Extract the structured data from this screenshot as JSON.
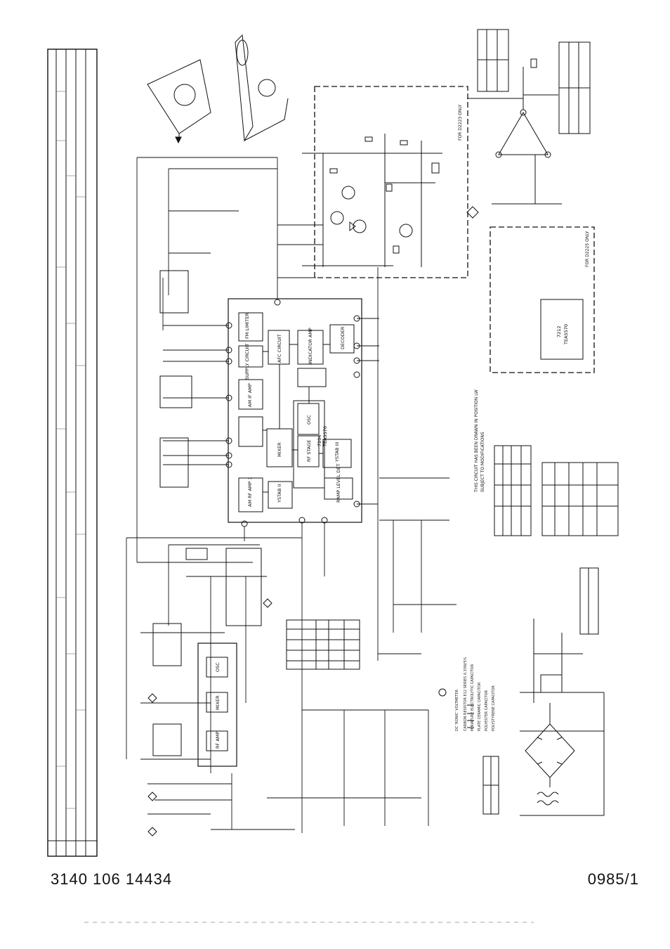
{
  "document": {
    "number": "3140 106 14434",
    "revision": "0985/1"
  },
  "ic": {
    "name": "7204",
    "type": "TEA5570"
  },
  "blocks": {
    "fm_limiter": "FM LIMITER",
    "supply_circuit": "SUPPLY CIRCUIT",
    "afc_circuit": "AFC CIRCUIT",
    "indicator_amp": "INDICATOR AMP",
    "stereo_decoder": "DECODER",
    "am_if_amp": "AM IF AMP",
    "mixer": "MIXER",
    "osc": "OSC",
    "rf_stage": "RF STAGE",
    "ystab": "YSTAB III",
    "am_rf_amp": "AM RF AMP 1",
    "ystab2": "YSTAB II",
    "ramp_level": "RAMP LEVEL DET",
    "fm_mixer": "MIXER",
    "fm_osc": "OSC",
    "fm_rf_amp": "RF AMP"
  },
  "notes": {
    "circuit_drawn": "THIS CIRCUIT HAS BEEN DRAWN IN POSITION LW",
    "subject": "SUBJECT TO MODIFICATIONS",
    "for_2223": "FOR D2223 ONLY",
    "for_2225": "FOR D2225 ONLY"
  },
  "legend": {
    "voltmeter": "DC 'RONIC' VOLTMETER",
    "carbon_resistor": "CARBON RESISTOR E12 SERIES 0.33W/5%",
    "miniature_elco": "MINIATURE ELECTROLYTIC CAPACITOR",
    "plate_ceramic": "PLATE CERAMIC CAPACITOR",
    "polyester": "POLYESTER CAPACITOR",
    "polystyrene": "POLYSTYRENE CAPACITOR"
  },
  "ic2": {
    "name": "7212",
    "type": "TEA5570"
  }
}
